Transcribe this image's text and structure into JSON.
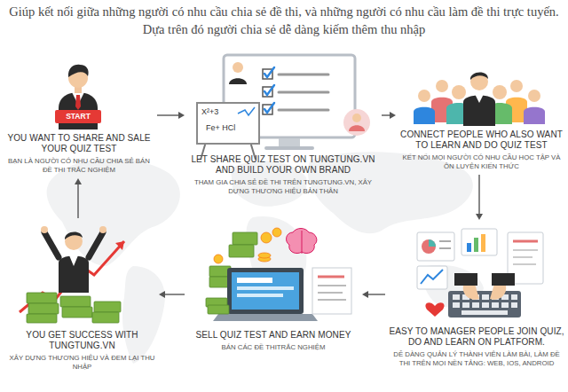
{
  "diagram": {
    "title": "Giúp kết nối giữa những người có nhu cầu chia sẻ đề thi, và những người có nhu cầu làm đề thi trực tuyến. Dựa trên đó người chia sẻ dễ dàng kiếm thêm thu nhập",
    "nodes": [
      {
        "text": [
          "YOU WANT TO SHARE AND SALE YOUR QUIZ TEST",
          "BẠN LÀ NGƯỜI CÓ NHU CẦU CHIA SẺ BÁN ĐỀ THI TRẮC NGHIỆM"
        ]
      },
      {
        "text": [
          "LET SHARE QUIZ TEST ON TUNGTUNG.VN AND BUILD YOUR OWN BRAND",
          "THAM GIA CHIA SẺ ĐỀ THI TRÊN TUNGTUNG.VN, XÂY DỰNG THƯƠNG HIỆU BẢN THÂN"
        ]
      },
      {
        "text": [
          "CONNECT PEOPLE WHO ALSO WANT TO LEARN AND DO QUIZ TEST",
          "KẾT NỐI MỌI NGƯỜI CÓ NHU CẦU HỌC TẬP VÀ ÔN LUYỆN KIẾN THỨC"
        ]
      },
      {
        "text": [
          "EASY TO MANAGER PEOPLE JOIN QUIZ, DO AND LEARN ON PLATFORM.",
          "DỄ DÀNG QUẢN LÝ THÀNH VIÊN LÀM BÀI, LÀM ĐỀ THI TRÊN MỌI NỀN TẢNG: WEB, IOS, ANDROID"
        ]
      },
      {
        "text": [
          "SELL QUIZ TEST AND EARN MONEY",
          "BÁN CÁC ĐỀ THITRẮC NGHIỆM"
        ]
      },
      {
        "text": [
          "YOU GET SUCCESS WITH TUNGTUNG.VN",
          "XÂY DỰNG THƯƠNG HIỆU VÀ ĐEM LẠI THU NHẬP"
        ]
      }
    ],
    "edges": [
      {
        "from": 0,
        "to": 1,
        "arrow": "to"
      },
      {
        "from": 1,
        "to": 2,
        "arrow": "to"
      },
      {
        "from": 2,
        "to": 3,
        "arrow": "to"
      },
      {
        "from": 3,
        "to": 4,
        "arrow": "to"
      },
      {
        "from": 4,
        "to": 5,
        "arrow": "to"
      },
      {
        "from": 5,
        "to": 0,
        "arrow": "to"
      }
    ],
    "labels": [
      "START",
      "X²+3",
      "Fe+ HCl"
    ]
  }
}
